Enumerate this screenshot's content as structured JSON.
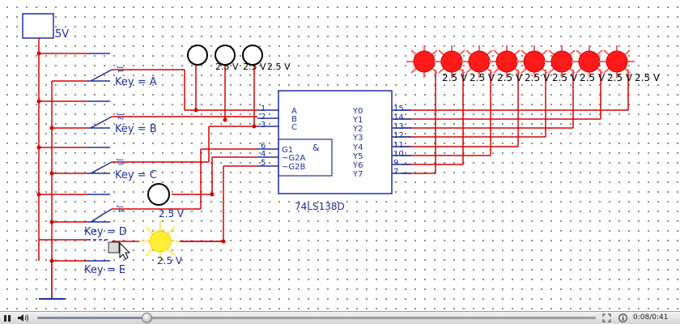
{
  "supply": {
    "label": "5V"
  },
  "switches": [
    {
      "key_label": "Key = A",
      "id_label": "J1"
    },
    {
      "key_label": "Key = B",
      "id_label": "J2"
    },
    {
      "key_label": "Key = C",
      "id_label": "J3"
    },
    {
      "key_label": "Key = D",
      "id_label": "J4"
    },
    {
      "key_label": "Key = E",
      "id_label": ""
    }
  ],
  "probes_top": [
    {
      "voltage": "2.5 V"
    },
    {
      "voltage": "2.5 V"
    },
    {
      "voltage": "2.5 V"
    }
  ],
  "probe_g1": {
    "voltage": "2.5 V"
  },
  "probe_lit": {
    "voltage": "2.5 V"
  },
  "chip": {
    "part_name": "74LS138D",
    "inputs": [
      {
        "name": "A",
        "pin": "1"
      },
      {
        "name": "B",
        "pin": "2"
      },
      {
        "name": "C",
        "pin": "3"
      }
    ],
    "enables": [
      {
        "name": "G1",
        "pin": "6"
      },
      {
        "name": "~G2A",
        "pin": "4"
      },
      {
        "name": "~G2B",
        "pin": "5"
      }
    ],
    "and_symbol": "&",
    "outputs": [
      {
        "name": "Y0",
        "pin": "15"
      },
      {
        "name": "Y1",
        "pin": "14"
      },
      {
        "name": "Y2",
        "pin": "13"
      },
      {
        "name": "Y3",
        "pin": "12"
      },
      {
        "name": "Y4",
        "pin": "11"
      },
      {
        "name": "Y5",
        "pin": "10"
      },
      {
        "name": "Y6",
        "pin": "9"
      },
      {
        "name": "Y7",
        "pin": "7"
      }
    ]
  },
  "output_probes": [
    {
      "voltage": "2.5 V",
      "lit": true
    },
    {
      "voltage": "2.5 V",
      "lit": true
    },
    {
      "voltage": "2.5 V",
      "lit": true
    },
    {
      "voltage": "2.5 V",
      "lit": true
    },
    {
      "voltage": "2.5 V",
      "lit": true
    },
    {
      "voltage": "2.5 V",
      "lit": true
    },
    {
      "voltage": "2.5 V",
      "lit": true
    },
    {
      "voltage": "2.5 V",
      "lit": true
    }
  ],
  "colors": {
    "wire": "#d60000",
    "component": "#1f2f9f",
    "probe_lit": "#ff1a1a",
    "probe_yellow": "#ffee33",
    "text": "#1f2f9f"
  },
  "player": {
    "pause_icon": "pause-icon",
    "volume_icon": "speaker-icon",
    "fullscreen_icon": "fullscreen-icon",
    "info_icon": "info-icon",
    "progress": 0.195,
    "time": "0:08/0:41"
  }
}
